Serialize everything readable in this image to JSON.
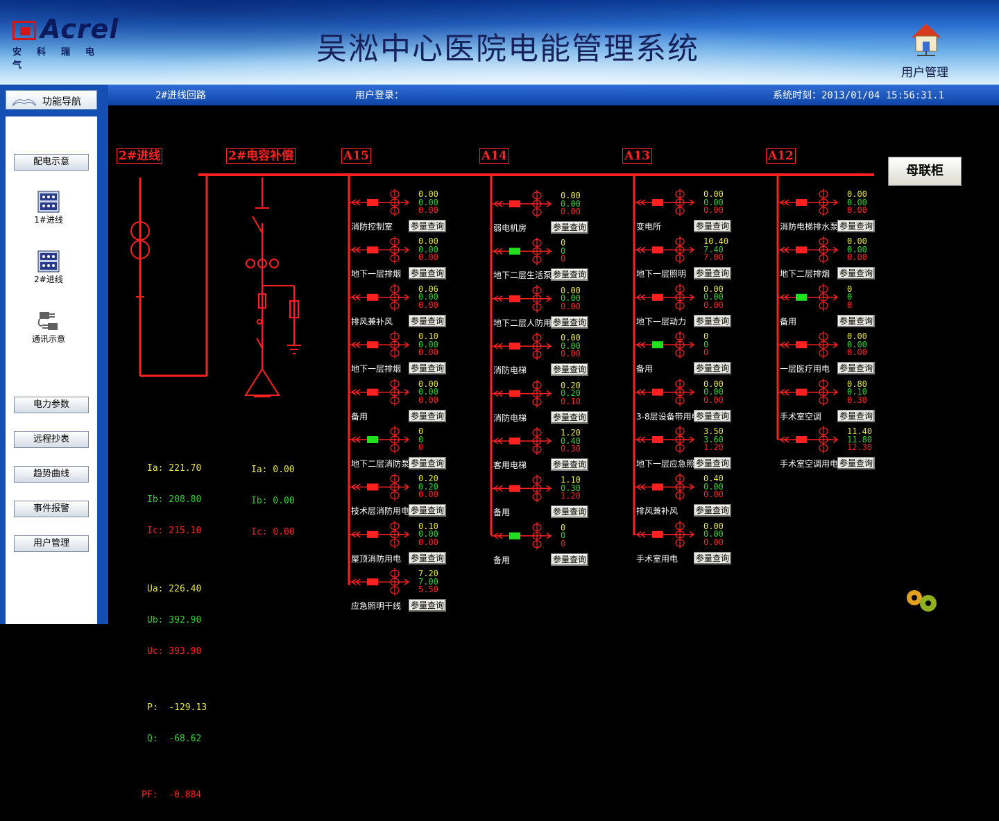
{
  "header": {
    "logo_text": "Acrel",
    "logo_sub": "安科瑞电气",
    "title": "吴淞中心医院电能管理系统",
    "user_mgmt_label": "用户管理"
  },
  "nav": {
    "header_label": "功能导航",
    "buttons": [
      "配电示意",
      "电力参数",
      "远程抄表",
      "趋势曲线",
      "事件报警",
      "用户管理"
    ],
    "icons": [
      "1#进线",
      "2#进线",
      "通讯示意"
    ]
  },
  "topbar": {
    "circuit": "2#进线回路",
    "login": "用户登录：",
    "time": "系统时刻：2013/01/04    15:56:31.1"
  },
  "buses": {
    "incoming": "2#进线",
    "capacitor": "2#电容补偿",
    "cabinets": [
      "A15",
      "A14",
      "A13",
      "A12"
    ],
    "tie": "母联柜"
  },
  "query_label": "参量查询",
  "feeders": {
    "A15": [
      {
        "name": "消防控制室",
        "vals": [
          "0.00",
          "0.00",
          "0.00"
        ]
      },
      {
        "name": "地下一层排烟",
        "vals": [
          "0.00",
          "0.00",
          "0.00"
        ]
      },
      {
        "name": "排风兼补风",
        "vals": [
          "0.06",
          "0.00",
          "0.00"
        ]
      },
      {
        "name": "地下一层排烟",
        "vals": [
          "0.10",
          "0.00",
          "0.00"
        ]
      },
      {
        "name": "备用",
        "vals": [
          "0.00",
          "0.00",
          "0.00"
        ]
      },
      {
        "name": "地下二层消防泵",
        "vals": [
          "0",
          "0",
          "0"
        ],
        "on": true
      },
      {
        "name": "技术层消防用电",
        "vals": [
          "0.20",
          "0.20",
          "0.00"
        ]
      },
      {
        "name": "屋顶消防用电",
        "vals": [
          "0.10",
          "0.00",
          "0.00"
        ]
      },
      {
        "name": "应急照明干线",
        "vals": [
          "7.20",
          "7.00",
          "5.50"
        ]
      }
    ],
    "A14": [
      {
        "name": "弱电机房",
        "vals": [
          "0.00",
          "0.00",
          "0.00"
        ]
      },
      {
        "name": "地下二层生活泵",
        "vals": [
          "0",
          "0",
          "0"
        ],
        "on": true
      },
      {
        "name": "地下二层人防用",
        "vals": [
          "0.00",
          "0.00",
          "0.00"
        ]
      },
      {
        "name": "消防电梯",
        "vals": [
          "0.00",
          "0.00",
          "0.00"
        ]
      },
      {
        "name": "消防电梯",
        "vals": [
          "0.20",
          "0.20",
          "0.10"
        ]
      },
      {
        "name": "客用电梯",
        "vals": [
          "1.20",
          "0.40",
          "0.30"
        ]
      },
      {
        "name": "备用",
        "vals": [
          "1.10",
          "0.30",
          "1.20"
        ]
      },
      {
        "name": "备用",
        "vals": [
          "0",
          "0",
          "0"
        ],
        "on": true
      }
    ],
    "A13": [
      {
        "name": "变电所",
        "vals": [
          "0.00",
          "0.00",
          "0.00"
        ]
      },
      {
        "name": "地下一层照明",
        "vals": [
          "10.40",
          "7.40",
          "7.00"
        ]
      },
      {
        "name": "地下一层动力",
        "vals": [
          "0.00",
          "0.00",
          "0.00"
        ]
      },
      {
        "name": "备用",
        "vals": [
          "0",
          "0",
          "0"
        ],
        "on": true
      },
      {
        "name": "3-8层设备带用电",
        "vals": [
          "0.00",
          "0.00",
          "0.00"
        ]
      },
      {
        "name": "地下一层应急照",
        "vals": [
          "3.50",
          "3.60",
          "1.20"
        ]
      },
      {
        "name": "排风兼补风",
        "vals": [
          "0.40",
          "0.00",
          "0.00"
        ]
      },
      {
        "name": "手术室用电",
        "vals": [
          "0.00",
          "0.00",
          "0.00"
        ]
      }
    ],
    "A12": [
      {
        "name": "消防电梯排水泵",
        "vals": [
          "0.00",
          "0.00",
          "0.00"
        ]
      },
      {
        "name": "地下二层排烟",
        "vals": [
          "0.00",
          "0.00",
          "0.00"
        ]
      },
      {
        "name": "备用",
        "vals": [
          "0",
          "0",
          "0"
        ],
        "on": true
      },
      {
        "name": "一层医疗用电",
        "vals": [
          "0.00",
          "0.00",
          "0.00"
        ]
      },
      {
        "name": "手术室空调",
        "vals": [
          "0.80",
          "0.10",
          "0.30"
        ]
      },
      {
        "name": "手术室空调用电",
        "vals": [
          "11.40",
          "11.80",
          "12.30"
        ]
      }
    ]
  },
  "measurements": {
    "incoming": {
      "ia": "Ia: 221.70",
      "ib": "Ib: 208.80",
      "ic": "Ic: 215.10",
      "ua": "Ua: 226.40",
      "ub": "Ub: 392.90",
      "uc": "Uc: 393.90",
      "p": "P:  -129.13",
      "q": "Q:  -68.62",
      "pf": "PF:  -0.884"
    },
    "capacitor": {
      "ia": "Ia: 0.00",
      "ib": "Ib: 0.00",
      "ic": "Ic: 0.00"
    }
  },
  "colors": {
    "line": "#ff2020",
    "on": "#20e020",
    "off": "#ff2020",
    "panel": "#1450b4"
  }
}
